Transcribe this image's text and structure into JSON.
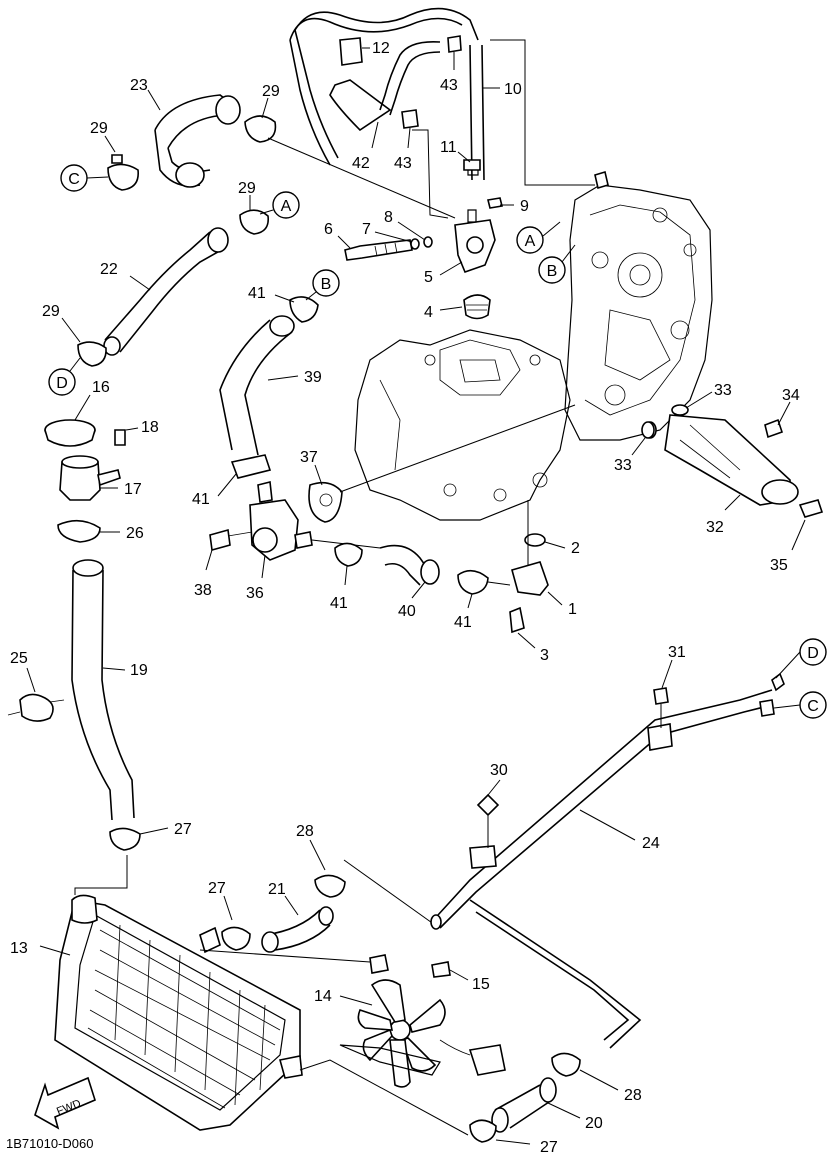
{
  "diagram": {
    "code": "1B71010-D060",
    "fwd_label": "FWD",
    "callouts": [
      "A",
      "B",
      "C",
      "D"
    ],
    "part_numbers": [
      "1",
      "2",
      "3",
      "4",
      "5",
      "6",
      "7",
      "8",
      "9",
      "10",
      "11",
      "12",
      "13",
      "14",
      "15",
      "16",
      "17",
      "18",
      "19",
      "20",
      "21",
      "22",
      "23",
      "24",
      "25",
      "26",
      "27",
      "28",
      "29",
      "30",
      "31",
      "32",
      "33",
      "34",
      "35",
      "36",
      "37",
      "38",
      "39",
      "40",
      "41",
      "42",
      "43"
    ]
  }
}
